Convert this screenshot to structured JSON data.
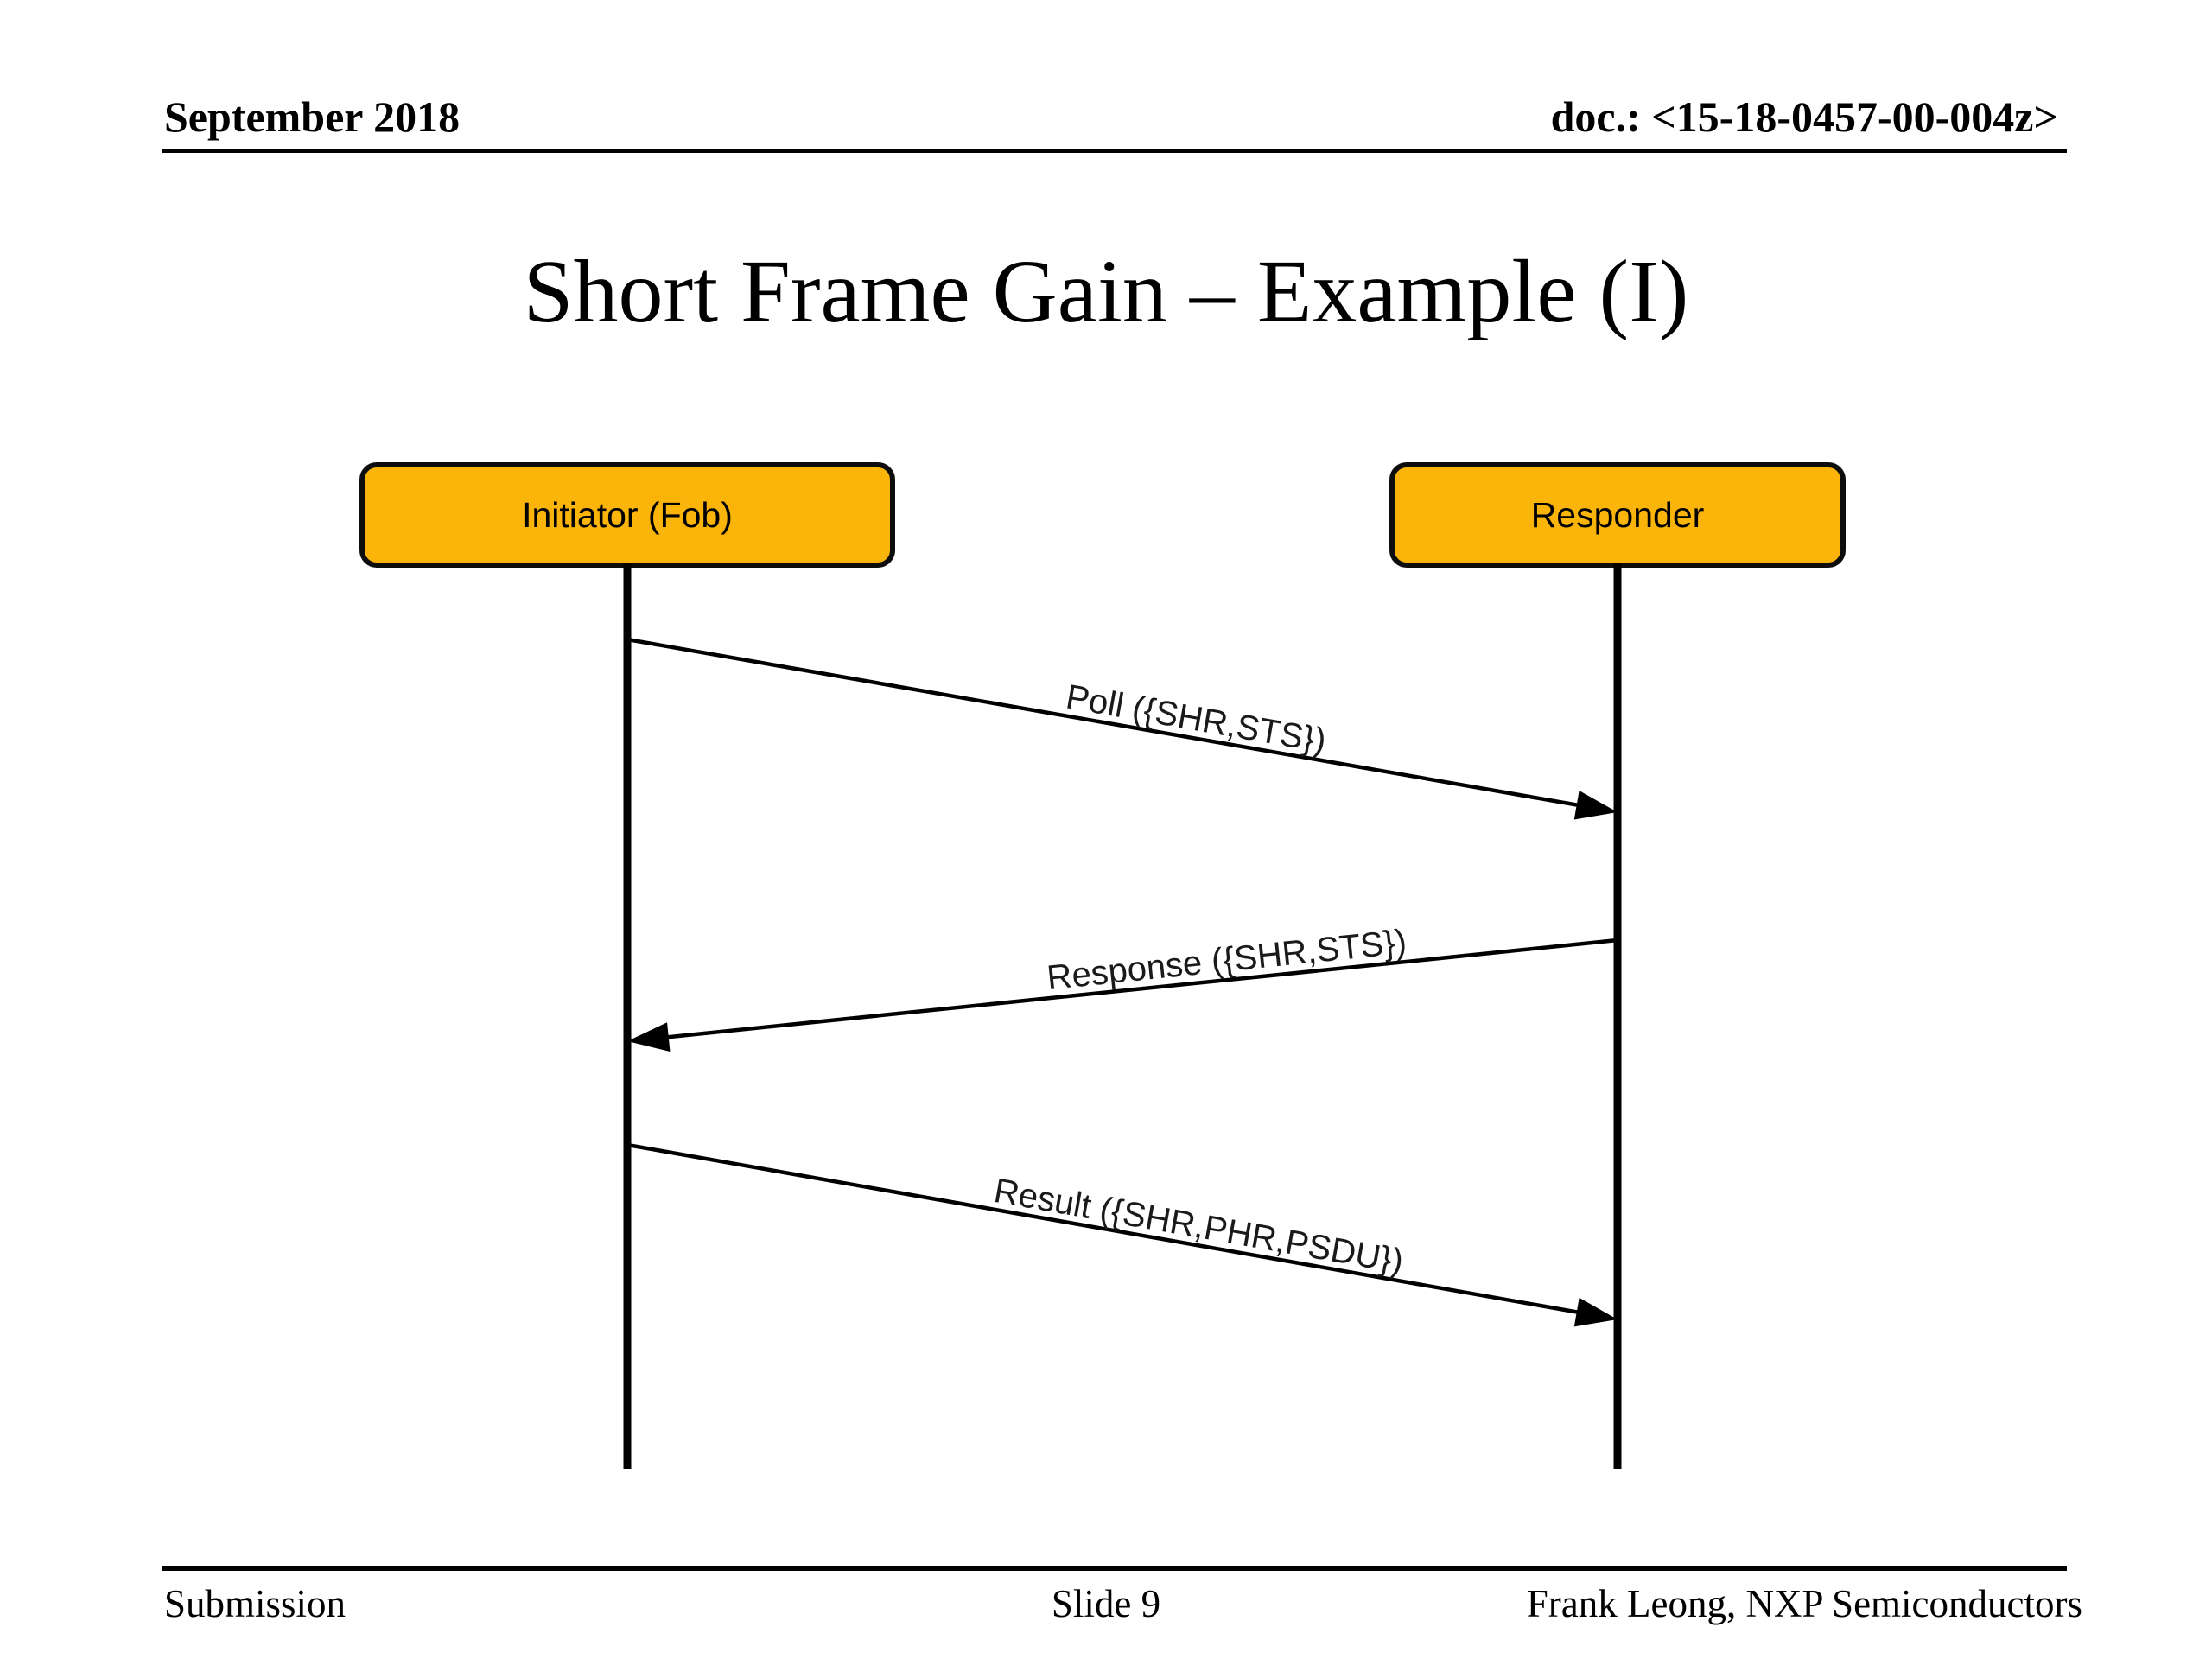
{
  "header": {
    "date": "September 2018",
    "doc": "doc.: <15-18-0457-00-004z>"
  },
  "title": "Short Frame Gain – Example (I)",
  "diagram": {
    "type": "sequence-diagram",
    "box_fill": "#FAB40A",
    "line_color": "#000000",
    "actors": [
      {
        "label": "Initiator (Fob)"
      },
      {
        "label": "Responder"
      }
    ],
    "messages": [
      {
        "label": "Poll ({SHR,STS})",
        "from": "Initiator (Fob)",
        "to": "Responder"
      },
      {
        "label": "Response ({SHR,STS})",
        "from": "Responder",
        "to": "Initiator (Fob)"
      },
      {
        "label": "Result ({SHR,PHR,PSDU})",
        "from": "Initiator (Fob)",
        "to": "Responder"
      }
    ]
  },
  "footer": {
    "submission": "Submission",
    "slide": "Slide 9",
    "author": "Frank Leong, NXP Semiconductors"
  }
}
